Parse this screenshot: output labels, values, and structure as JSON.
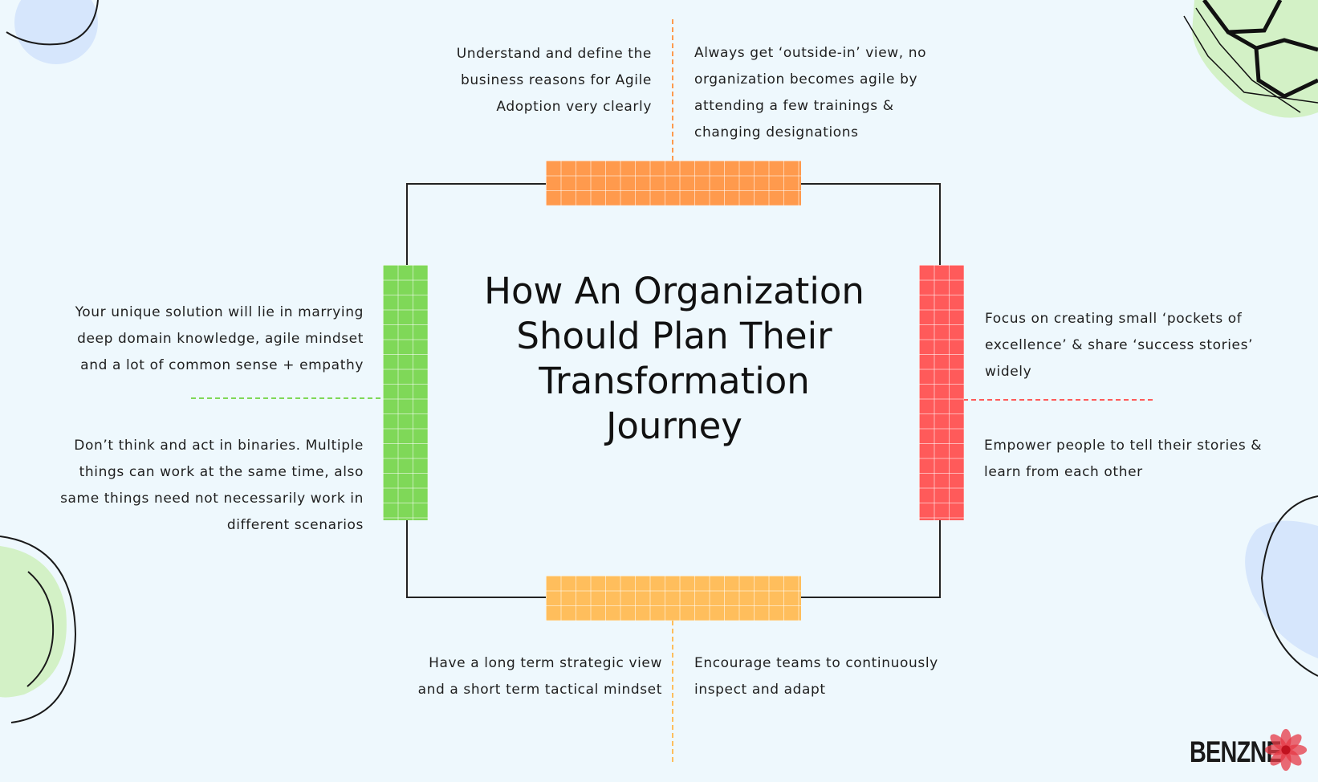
{
  "title": "How An Organization Should Plan Their Transformation Journey",
  "notes": {
    "top_left": "Understand and define the business reasons for Agile Adoption very clearly",
    "top_right": "Always get ‘outside-in’ view, no organization becomes agile by attending a few trainings & changing designations",
    "left_top": "Your unique solution will lie in marrying deep domain knowledge, agile mindset and a lot of common sense + empathy",
    "left_bottom": "Don’t think and act in binaries. Multiple things can work at the same time, also same things need not necessarily work in different scenarios",
    "right_top": "Focus on creating small ‘pockets of excellence’ & share ‘success stories’ widely",
    "right_bottom": "Empower people to tell their stories & learn from each other",
    "bottom_left": "Have a long term strategic view and a short term tactical mindset",
    "bottom_right": "Encourage teams to continuously inspect and adapt"
  },
  "colors": {
    "top_bar": "#ff9a4d",
    "left_bar": "#7fd858",
    "right_bar": "#ff5a5a",
    "bottom_bar": "#ffbe5c",
    "background": "#eef8fd"
  },
  "logo": {
    "text": "BENZNE",
    "icon": "flower-icon"
  }
}
